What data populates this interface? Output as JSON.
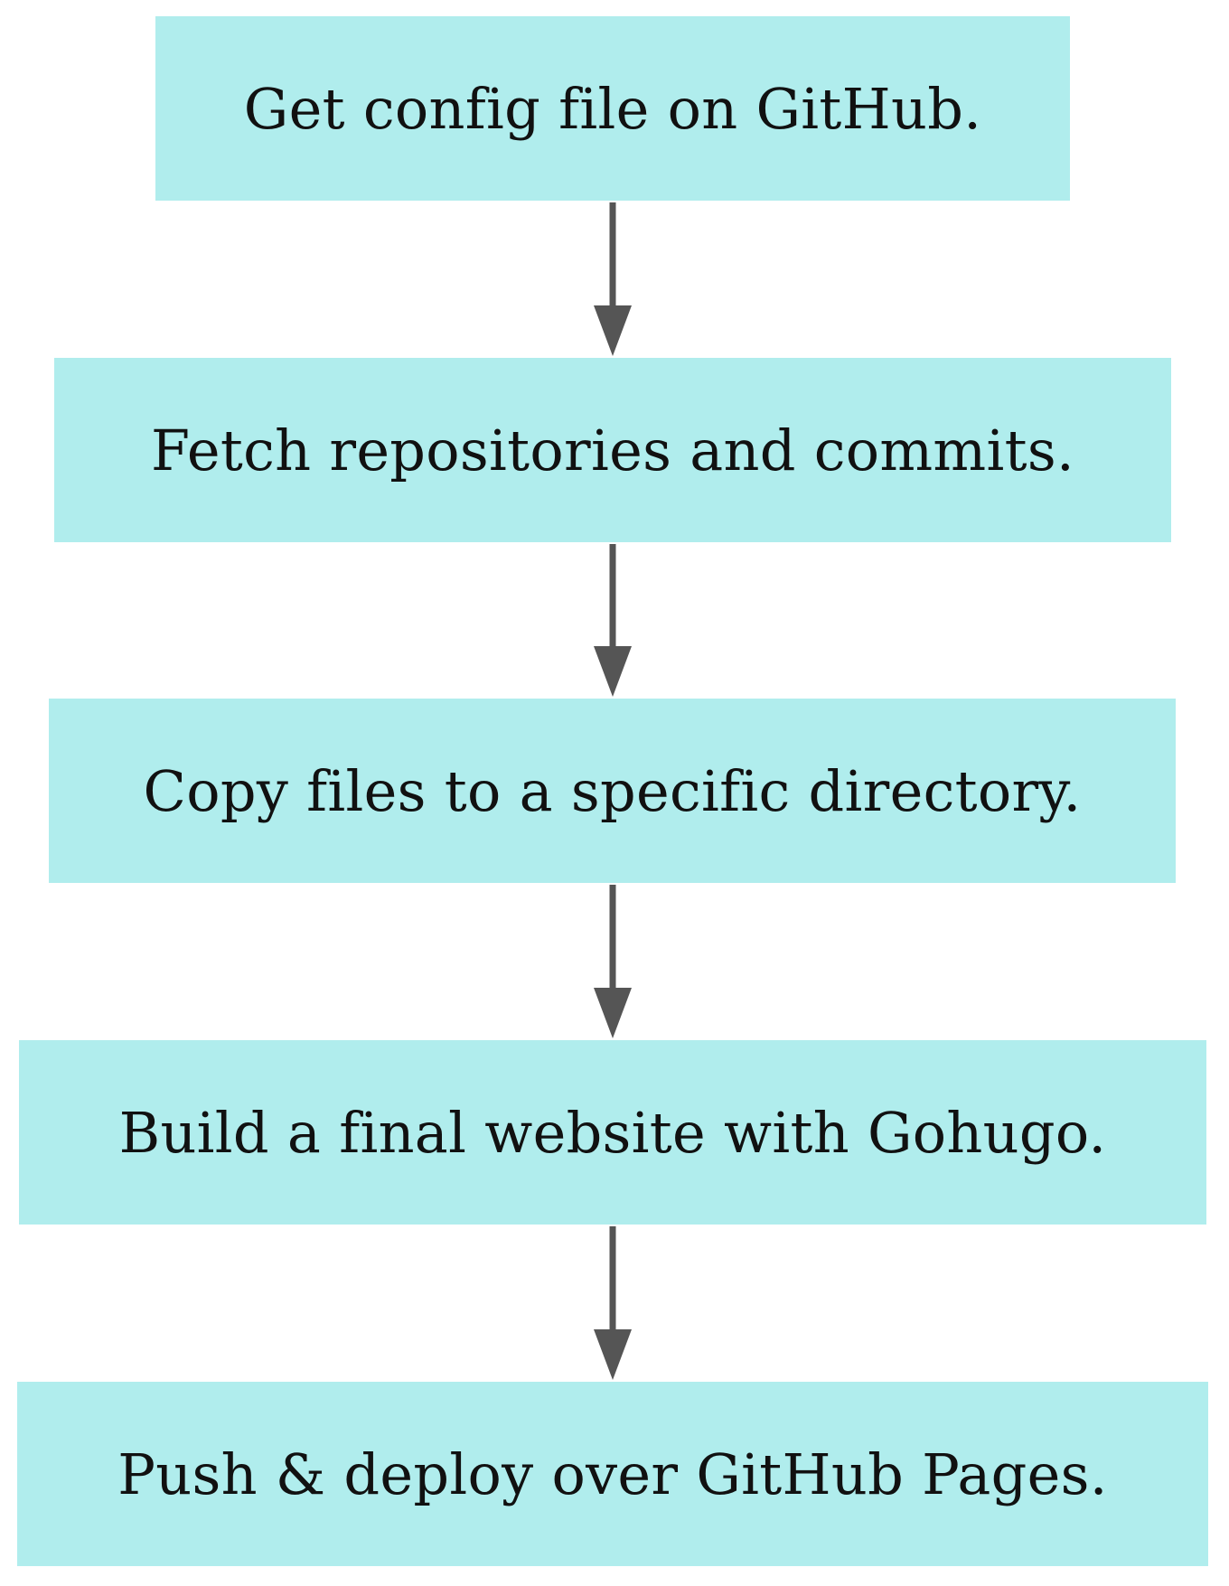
{
  "diagram": {
    "type": "flowchart",
    "direction": "top-to-bottom",
    "node_color": "#b0eded",
    "edge_color": "#555555",
    "nodes": [
      {
        "id": "n1",
        "label": "Get config file on GitHub."
      },
      {
        "id": "n2",
        "label": "Fetch repositories and commits."
      },
      {
        "id": "n3",
        "label": "Copy files to a specific directory."
      },
      {
        "id": "n4",
        "label": "Build a final website with Gohugo."
      },
      {
        "id": "n5",
        "label": "Push & deploy over GitHub Pages."
      }
    ],
    "edges": [
      {
        "from": "n1",
        "to": "n2"
      },
      {
        "from": "n2",
        "to": "n3"
      },
      {
        "from": "n3",
        "to": "n4"
      },
      {
        "from": "n4",
        "to": "n5"
      }
    ]
  }
}
